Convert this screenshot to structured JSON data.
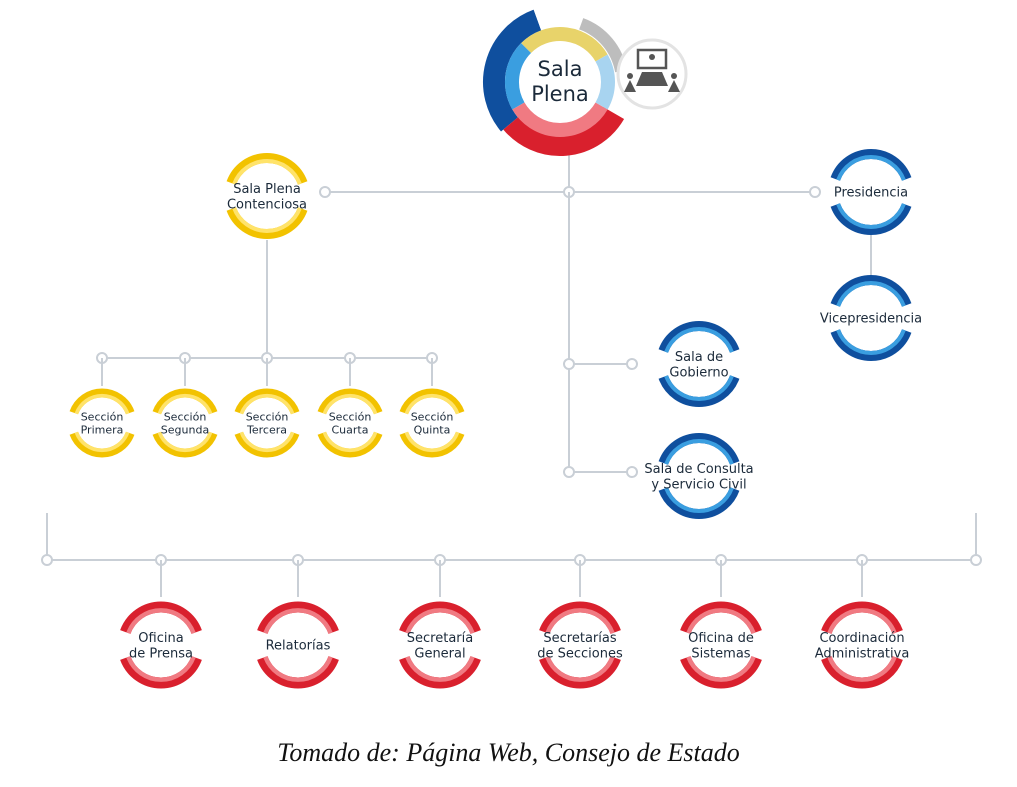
{
  "colors": {
    "line": "#c9cfd6",
    "yellow_outer": "#f2c200",
    "yellow_inner": "#ffe36a",
    "blue_outer": "#0f4f9e",
    "blue_inner": "#3a9ee0",
    "red_outer": "#d9202d",
    "red_inner": "#f07a82",
    "grey": "#8c8c8c"
  },
  "icons": {
    "sala_plena": "meeting-room-icon"
  },
  "top": {
    "label_lines": [
      "Sala",
      "Plena"
    ]
  },
  "left_branch": {
    "label_lines": [
      "Sala Plena",
      "Contenciosa"
    ]
  },
  "sections": [
    {
      "lines": [
        "Sección",
        "Primera"
      ]
    },
    {
      "lines": [
        "Sección",
        "Segunda"
      ]
    },
    {
      "lines": [
        "Sección",
        "Tercera"
      ]
    },
    {
      "lines": [
        "Sección",
        "Cuarta"
      ]
    },
    {
      "lines": [
        "Sección",
        "Quinta"
      ]
    }
  ],
  "middle_branch": [
    {
      "lines": [
        "Sala de",
        "Gobierno"
      ]
    },
    {
      "lines": [
        "Sala de Consulta",
        "y Servicio Civil"
      ]
    }
  ],
  "right_branch": [
    {
      "lines": [
        "Presidencia"
      ]
    },
    {
      "lines": [
        "Vicepresidencia"
      ]
    }
  ],
  "offices": [
    {
      "lines": [
        "Oficina",
        "de Prensa"
      ]
    },
    {
      "lines": [
        "Relatorías"
      ]
    },
    {
      "lines": [
        "Secretaría",
        "General"
      ]
    },
    {
      "lines": [
        "Secretarías",
        "de Secciones"
      ]
    },
    {
      "lines": [
        "Oficina de",
        "Sistemas"
      ]
    },
    {
      "lines": [
        "Coordinación",
        "Administrativa"
      ]
    }
  ],
  "caption": "Tomado de: Página Web, Consejo de Estado"
}
